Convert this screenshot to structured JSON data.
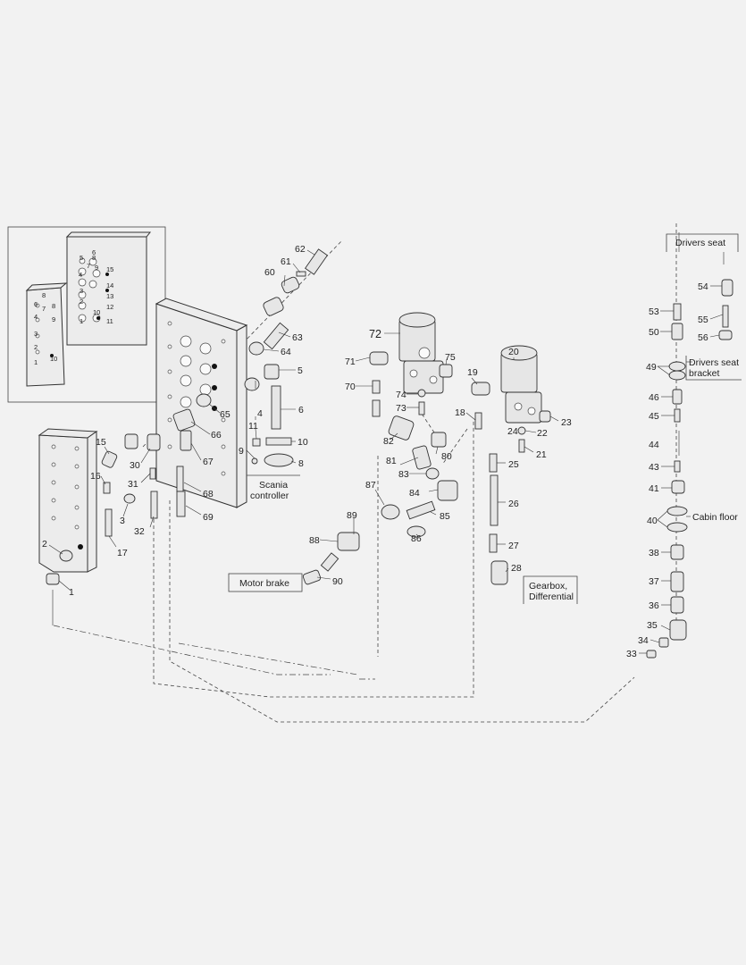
{
  "callouts": [
    {
      "id": "c1",
      "text": "1"
    },
    {
      "id": "c2",
      "text": "2"
    },
    {
      "id": "c3",
      "text": "3"
    },
    {
      "id": "c4",
      "text": "4"
    },
    {
      "id": "c5",
      "text": "5"
    },
    {
      "id": "c6",
      "text": "6"
    },
    {
      "id": "c8",
      "text": "8"
    },
    {
      "id": "c9",
      "text": "9"
    },
    {
      "id": "c10",
      "text": "10"
    },
    {
      "id": "c11",
      "text": "11"
    },
    {
      "id": "c15",
      "text": "15"
    },
    {
      "id": "c16",
      "text": "16"
    },
    {
      "id": "c17",
      "text": "17"
    },
    {
      "id": "c18",
      "text": "18"
    },
    {
      "id": "c19",
      "text": "19"
    },
    {
      "id": "c20",
      "text": "20"
    },
    {
      "id": "c21",
      "text": "21"
    },
    {
      "id": "c22",
      "text": "22"
    },
    {
      "id": "c23",
      "text": "23"
    },
    {
      "id": "c24",
      "text": "24"
    },
    {
      "id": "c25",
      "text": "25"
    },
    {
      "id": "c26",
      "text": "26"
    },
    {
      "id": "c27",
      "text": "27"
    },
    {
      "id": "c28",
      "text": "28"
    },
    {
      "id": "c30",
      "text": "30"
    },
    {
      "id": "c31",
      "text": "31"
    },
    {
      "id": "c32",
      "text": "32"
    },
    {
      "id": "c33",
      "text": "33"
    },
    {
      "id": "c34",
      "text": "34"
    },
    {
      "id": "c35",
      "text": "35"
    },
    {
      "id": "c36",
      "text": "36"
    },
    {
      "id": "c37",
      "text": "37"
    },
    {
      "id": "c38",
      "text": "38"
    },
    {
      "id": "c40",
      "text": "40"
    },
    {
      "id": "c41",
      "text": "41"
    },
    {
      "id": "c43",
      "text": "43"
    },
    {
      "id": "c44",
      "text": "44"
    },
    {
      "id": "c45",
      "text": "45"
    },
    {
      "id": "c46",
      "text": "46"
    },
    {
      "id": "c49",
      "text": "49"
    },
    {
      "id": "c50",
      "text": "50"
    },
    {
      "id": "c53",
      "text": "53"
    },
    {
      "id": "c54",
      "text": "54"
    },
    {
      "id": "c55",
      "text": "55"
    },
    {
      "id": "c56",
      "text": "56"
    },
    {
      "id": "c60",
      "text": "60"
    },
    {
      "id": "c61",
      "text": "61"
    },
    {
      "id": "c62",
      "text": "62"
    },
    {
      "id": "c63",
      "text": "63"
    },
    {
      "id": "c64",
      "text": "64"
    },
    {
      "id": "c65",
      "text": "65"
    },
    {
      "id": "c66",
      "text": "66"
    },
    {
      "id": "c67",
      "text": "67"
    },
    {
      "id": "c68",
      "text": "68"
    },
    {
      "id": "c69",
      "text": "69"
    },
    {
      "id": "c70",
      "text": "70"
    },
    {
      "id": "c71",
      "text": "71"
    },
    {
      "id": "c72",
      "text": "72"
    },
    {
      "id": "c73",
      "text": "73"
    },
    {
      "id": "c74",
      "text": "74"
    },
    {
      "id": "c75",
      "text": "75"
    },
    {
      "id": "c80",
      "text": "80"
    },
    {
      "id": "c81",
      "text": "81"
    },
    {
      "id": "c82",
      "text": "82"
    },
    {
      "id": "c83",
      "text": "83"
    },
    {
      "id": "c84",
      "text": "84"
    },
    {
      "id": "c85",
      "text": "85"
    },
    {
      "id": "c86",
      "text": "86"
    },
    {
      "id": "c87",
      "text": "87"
    },
    {
      "id": "c88",
      "text": "88"
    },
    {
      "id": "c89",
      "text": "89"
    },
    {
      "id": "c90",
      "text": "90"
    }
  ],
  "labels": {
    "drivers_seat": "Drivers seat",
    "drivers_seat_bracket_1": "Drivers seat",
    "drivers_seat_bracket_2": "bracket",
    "cabin_floor": "Cabin floor",
    "scania_controller_1": "Scania",
    "scania_controller_2": "controller",
    "motor_brake": "Motor brake",
    "gearbox_1": "Gearbox,",
    "gearbox_2": "Differential"
  },
  "inset_plate_numbers": {
    "back": [
      "6",
      "5",
      "8",
      "7",
      "9",
      "4",
      "15",
      "14",
      "13",
      "12",
      "11",
      "10",
      "3",
      "2",
      "1"
    ],
    "front": [
      "8",
      "7",
      "8",
      "6",
      "9",
      "4",
      "3",
      "2",
      "1",
      "10"
    ]
  }
}
